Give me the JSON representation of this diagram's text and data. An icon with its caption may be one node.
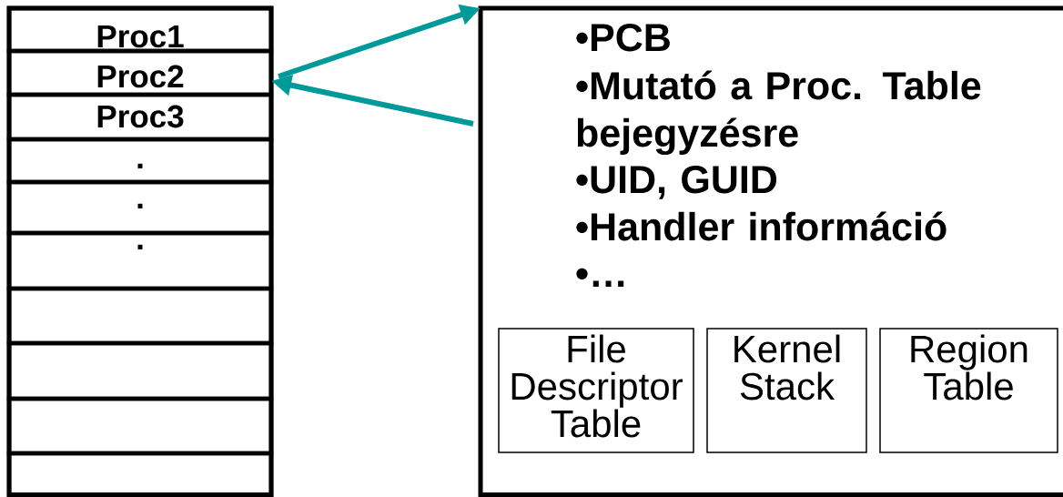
{
  "diagram": {
    "nodes": [
      {
        "text": [],
        "shape": "box"
      },
      {
        "text": [
          "Proc1"
        ],
        "in": 0
      },
      {
        "text": [
          "Proc2"
        ],
        "in": 0
      },
      {
        "text": [
          "Proc3"
        ],
        "in": 0
      },
      {
        "text": [
          "."
        ],
        "in": 0
      },
      {
        "text": [
          "."
        ],
        "in": 0
      },
      {
        "text": [
          "."
        ],
        "in": 0
      },
      {
        "text": [],
        "shape": "box",
        "in": 0
      },
      {
        "text": [],
        "shape": "box",
        "in": 0
      },
      {
        "text": [],
        "shape": "box",
        "in": 0
      },
      {
        "text": [],
        "shape": "box",
        "in": 0
      },
      {
        "text": [
          "•PCB",
          "•Mutató a Proc. Table bejegyzésre",
          "•UID, GUID",
          "•Handler információ",
          "•…"
        ]
      },
      {
        "text": [
          "File Descriptor Table"
        ],
        "in": 11
      },
      {
        "text": [
          "Kernel Stack"
        ],
        "in": 11
      },
      {
        "text": [
          "Region Table"
        ],
        "in": 11
      }
    ],
    "edges": [
      {
        "from": 2,
        "to": 11,
        "arrow": "to"
      },
      {
        "from": 11,
        "to": 2,
        "arrow": "to"
      }
    ]
  }
}
